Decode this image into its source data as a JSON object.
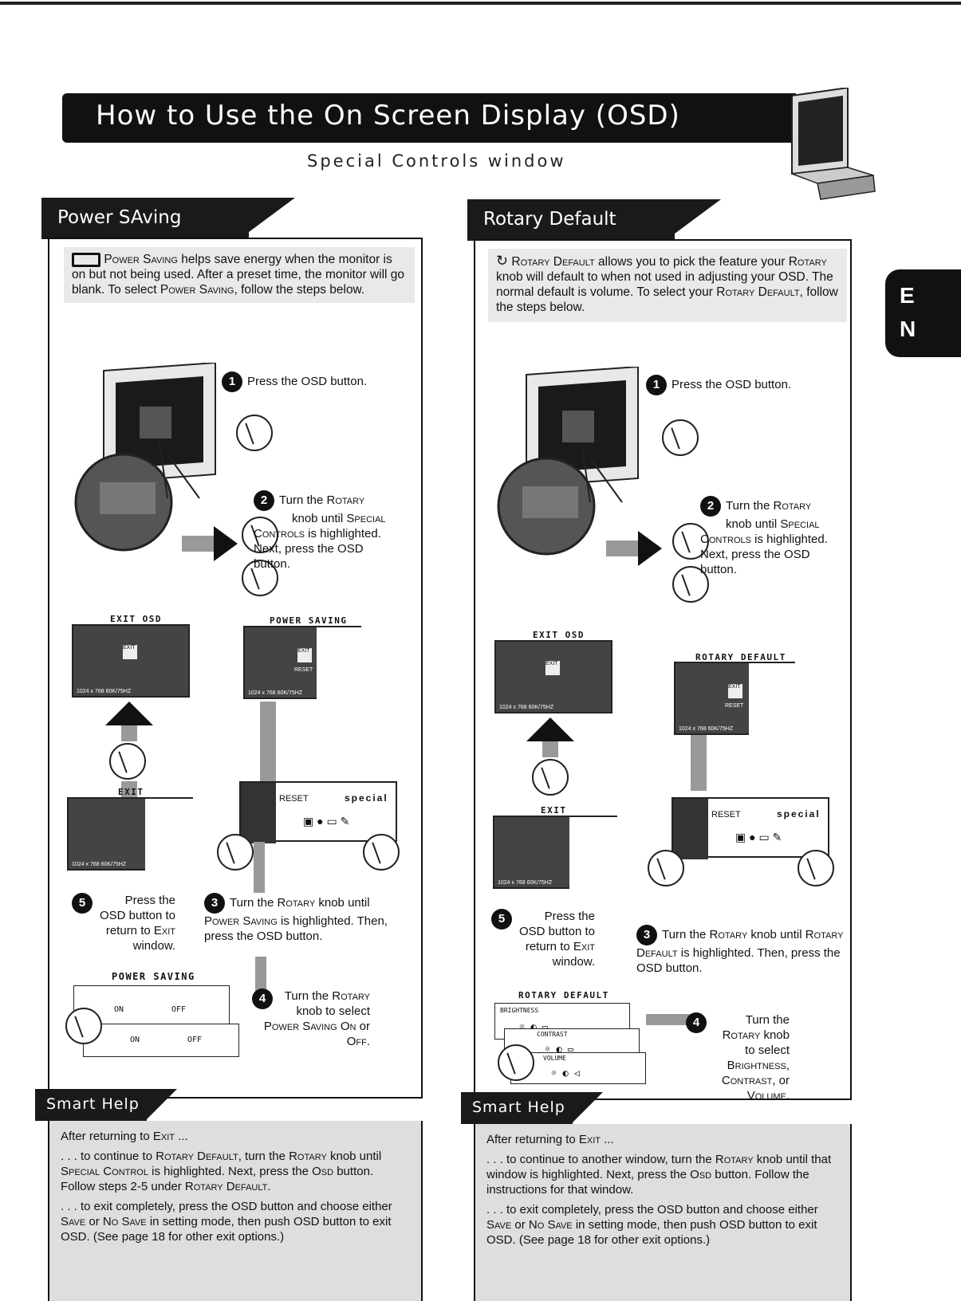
{
  "header": {
    "title": "How to Use the On Screen Display (OSD)",
    "subtitle": "Special Controls window",
    "lang_tab": [
      "E",
      "N"
    ]
  },
  "left": {
    "heading": "Power SAving",
    "intro": {
      "feature": "Power Saving",
      "text1": " helps save energy when the monitor is on but not being used. After a preset time, the monitor will go blank. To select ",
      "feature2": "Power Saving",
      "text2": ", follow the steps below."
    },
    "step1": "Press the OSD button.",
    "step2": {
      "a": "Turn the ",
      "rotary": "Rotary",
      "b": " knob until ",
      "special": "Special Controls",
      "c": " is highlighted. Next, press the OSD button."
    },
    "step3": {
      "a": "Turn the ",
      "rotary": "Rotary",
      "b": " knob until ",
      "power": "Power Saving",
      "c": " is highlighted. Then, press the OSD button."
    },
    "step4": {
      "a": "Turn the ",
      "rotary": "Rotary",
      "b": " knob to select ",
      "power": "Power Saving",
      "c": " ",
      "on": "On",
      "or": " or ",
      "off": "Off",
      "end": "."
    },
    "step5": {
      "a": "Press the OSD button to return to ",
      "exit": "Exit",
      "b": " window."
    },
    "shot_labels": {
      "exit_osd": "EXIT OSD",
      "power_saving": "POWER SAVING",
      "exit": "EXIT",
      "res": "1024 x 768   60K/75HZ",
      "exit_btn": "EXIT",
      "reset": "RESET",
      "special": "special"
    },
    "menu": {
      "title": "POWER SAVING",
      "on": "ON",
      "off": "OFF"
    },
    "smart_help": {
      "heading": "Smart Help",
      "line1": {
        "a": "After returning to ",
        "exit": "Exit",
        "b": " ..."
      },
      "line2": {
        "a": ". . . to continue to ",
        "rotary_default": "Rotary Default",
        "b": ", turn the ",
        "rotary": "Rotary",
        "c": " knob until ",
        "special": "Special Control",
        "d": " is highlighted. Next, press the ",
        "osd": "Osd",
        "e": " button. Follow steps 2-5 under ",
        "rd2": "Rotary Default",
        "f": "."
      },
      "line3": {
        "a": ". . . to exit completely, press the OSD button and choose either ",
        "save": "Save",
        "b": " or ",
        "nosave": "No Save",
        "c": " in setting mode, then push OSD button to exit OSD. (See page 18 for other exit options.)"
      }
    }
  },
  "right": {
    "heading": "Rotary Default",
    "intro": {
      "feature": "Rotary Default",
      "text1": " allows you to pick the feature your ",
      "rotary": "Rotary",
      "text2": " knob will default to when not used in adjusting your OSD. The normal default is volume. To select your ",
      "feature2": "Rotary Default",
      "text3": ", follow the steps below."
    },
    "step1": "Press the OSD button.",
    "step2": {
      "a": "Turn the ",
      "rotary": "Rotary",
      "b": " knob until ",
      "special": "Special Controls",
      "c": " is highlighted. Next, press the OSD button."
    },
    "step3": {
      "a": "Turn the ",
      "rotary": "Rotary",
      "b": " knob until ",
      "rd": "Rotary Default",
      "c": " is highlighted. Then, press the OSD button."
    },
    "step4": {
      "a": "Turn the ",
      "rotary": "Rotary",
      "b": " knob to select ",
      "brightness": "Brightness",
      "c": ", ",
      "contrast": "Contrast",
      "d": ", or ",
      "volume": "Volume",
      "e": "."
    },
    "step5": {
      "a": "Press the OSD button to return to ",
      "exit": "Exit",
      "b": " window."
    },
    "shot_labels": {
      "exit_osd": "EXIT OSD",
      "rotary_default": "ROTARY DEFAULT",
      "exit": "EXIT",
      "res": "1024 x 768   60K/75HZ",
      "exit_btn": "EXIT",
      "reset": "RESET",
      "special": "special"
    },
    "menu": {
      "title": "ROTARY DEFAULT",
      "brightness": "BRIGHTNESS",
      "contrast": "CONTRAST",
      "volume": "VOLUME"
    },
    "smart_help": {
      "heading": "Smart Help",
      "line1": {
        "a": "After returning to ",
        "exit": "Exit",
        "b": " ..."
      },
      "line2": {
        "a": ". . . to continue to another window, turn the ",
        "rotary": "Rotary",
        "b": " knob until that window is highlighted. Next, press the ",
        "osd": "Osd",
        "c": " button. Follow the instructions for that window."
      },
      "line3": {
        "a": ". . . to exit completely, press the OSD button and choose either ",
        "save": "Save",
        "b": " or ",
        "nosave": "No Save",
        "c": " in setting mode, then push OSD button to exit OSD. (See page 18 for other exit options.)"
      }
    }
  }
}
